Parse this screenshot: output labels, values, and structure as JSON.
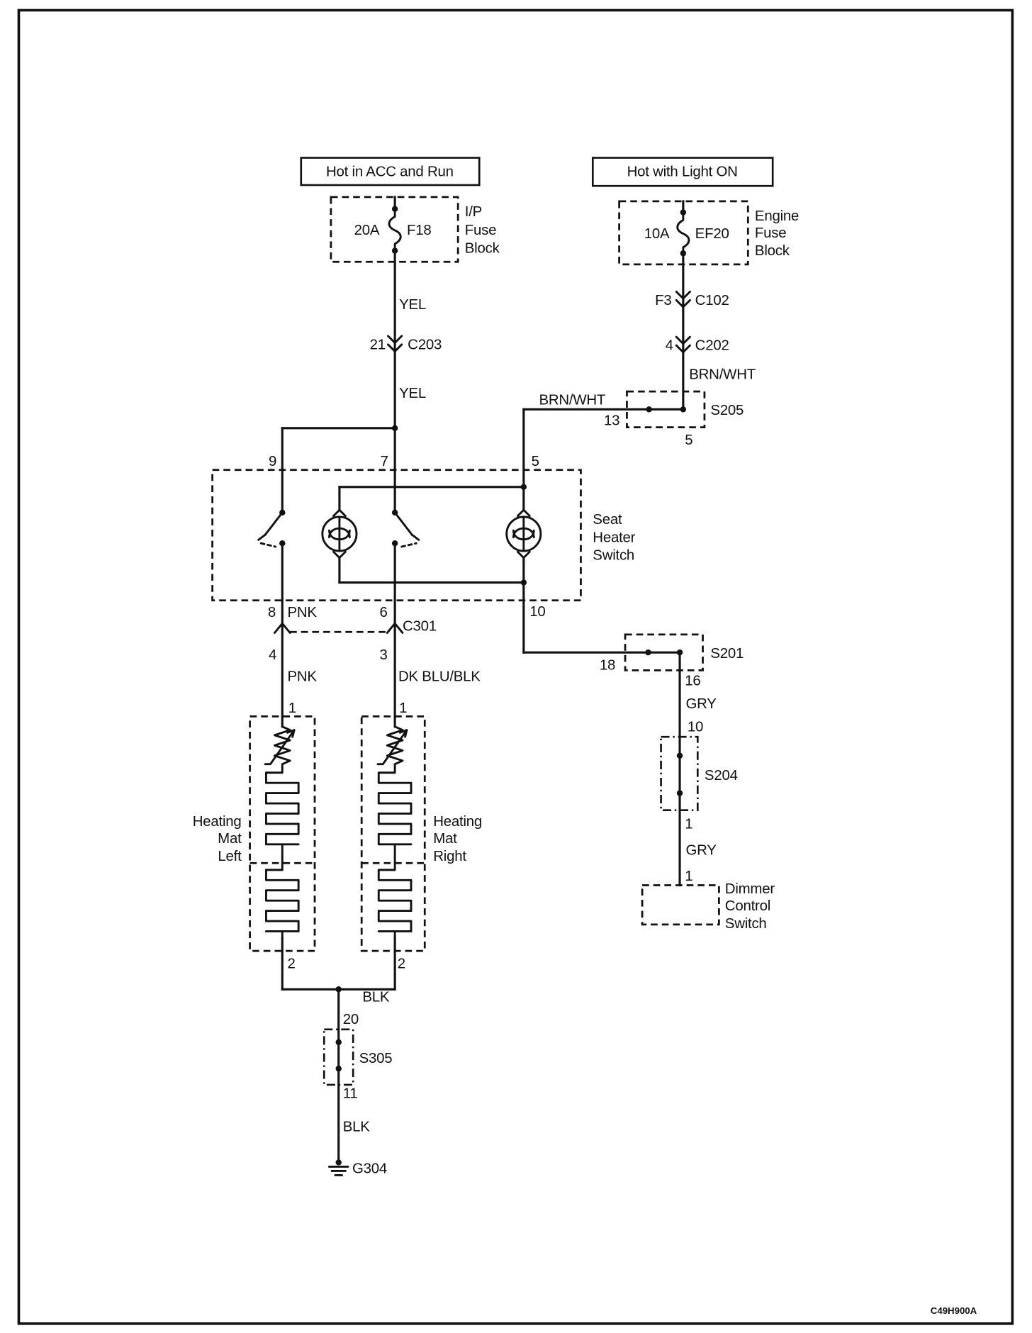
{
  "diagram_code": "C49H900A",
  "power_sources": {
    "acc_run": "Hot in ACC and Run",
    "light_on": "Hot with Light ON"
  },
  "ip_fuse_block": {
    "rating": "20A",
    "fuse": "F18",
    "label": [
      "I/P",
      "Fuse",
      "Block"
    ]
  },
  "engine_fuse_block": {
    "rating": "10A",
    "fuse": "EF20",
    "label": [
      "Engine",
      "Fuse",
      "Block"
    ]
  },
  "connectors": {
    "c203": {
      "name": "C203",
      "pin": "21"
    },
    "c102": {
      "name": "C102",
      "pin": "F3"
    },
    "c202": {
      "name": "C202",
      "pin": "4"
    },
    "c301": {
      "name": "C301",
      "pin_left_upper": "8",
      "pin_right_upper": "6",
      "pin_left_lower": "4",
      "pin_right_lower": "3"
    }
  },
  "splices": {
    "s205": {
      "name": "S205",
      "pin_left": "13",
      "pin_bottom": "5"
    },
    "s201": {
      "name": "S201",
      "pin_left": "18",
      "pin_bottom": "16"
    },
    "s204": {
      "name": "S204",
      "pin_top": "10",
      "pin_bottom": "1"
    },
    "s305": {
      "name": "S305",
      "pin_top": "20",
      "pin_bottom": "11"
    }
  },
  "seat_heater_switch": {
    "label": [
      "Seat",
      "Heater",
      "Switch"
    ],
    "pins": {
      "top_left": "9",
      "top_center": "7",
      "top_right": "5",
      "bottom_right": "10"
    }
  },
  "heating_mat_left": {
    "label": [
      "Heating",
      "Mat",
      "Left"
    ],
    "pin_top": "1",
    "pin_bottom": "2"
  },
  "heating_mat_right": {
    "label": [
      "Heating",
      "Mat",
      "Right"
    ],
    "pin_top": "1",
    "pin_bottom": "2"
  },
  "dimmer_control_switch": {
    "label": [
      "Dimmer",
      "Control",
      "Switch"
    ],
    "pin": "1"
  },
  "ground": {
    "name": "G304"
  },
  "wire_colors": {
    "fuse_to_c203": "YEL",
    "c203_to_switch": "YEL",
    "c202_to_s205": "BRN/WHT",
    "s205_to_switch": "BRN/WHT",
    "switch_pin8": "PNK",
    "c301_to_mat_left": "PNK",
    "c301_to_mat_right": "DK BLU/BLK",
    "s201_to_s204": "GRY",
    "s204_to_dimmer": "GRY",
    "mats_to_s305": "BLK",
    "s305_to_ground": "BLK"
  }
}
